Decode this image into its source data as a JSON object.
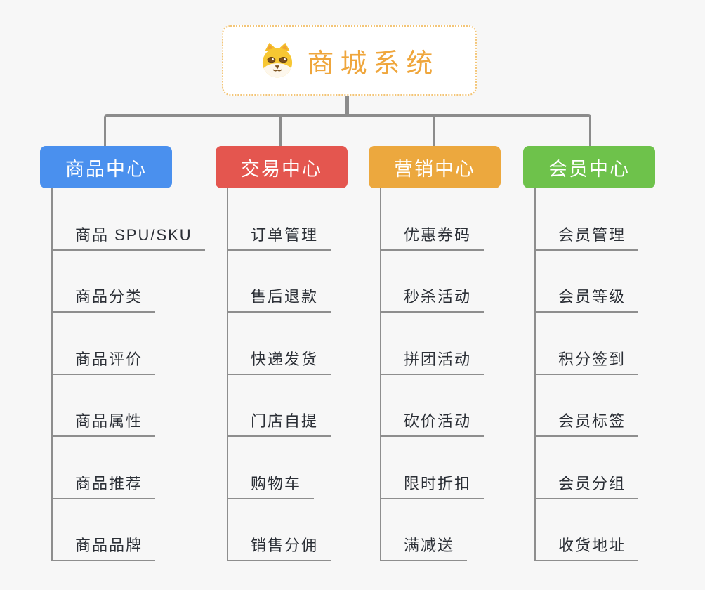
{
  "root": {
    "title": "商城系统",
    "icon": "shiba-dog-icon",
    "accent_color": "#efa63c",
    "border_color": "#f3c577"
  },
  "connector_color": "#8c8c8c",
  "branches": [
    {
      "label": "商品中心",
      "color": "#4a90ee",
      "items": [
        "商品 SPU/SKU",
        "商品分类",
        "商品评价",
        "商品属性",
        "商品推荐",
        "商品品牌"
      ]
    },
    {
      "label": "交易中心",
      "color": "#e4564f",
      "items": [
        "订单管理",
        "售后退款",
        "快递发货",
        "门店自提",
        "购物车",
        "销售分佣"
      ]
    },
    {
      "label": "营销中心",
      "color": "#eca83e",
      "items": [
        "优惠券码",
        "秒杀活动",
        "拼团活动",
        "砍价活动",
        "限时折扣",
        "满减送"
      ]
    },
    {
      "label": "会员中心",
      "color": "#6ec24b",
      "items": [
        "会员管理",
        "会员等级",
        "积分签到",
        "会员标签",
        "会员分组",
        "收货地址"
      ]
    }
  ]
}
